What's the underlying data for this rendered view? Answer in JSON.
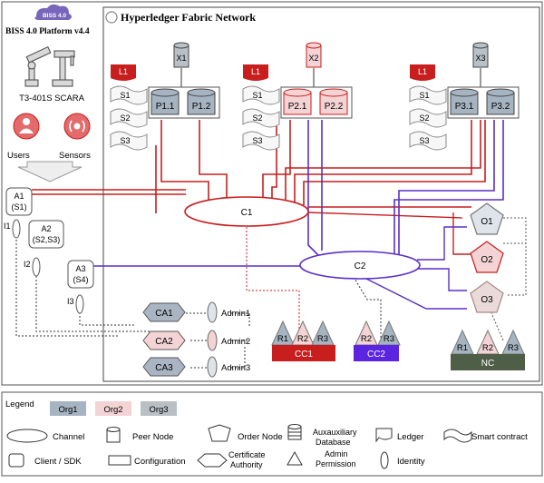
{
  "platform": {
    "badge": "BISS 4.0",
    "title": "BISS 4.0 Platform v4.4",
    "robot": "T3-401S SCARA"
  },
  "actors": {
    "users": "Users",
    "sensors": "Sensors"
  },
  "network": {
    "title": "Hyperledger Fabric Network"
  },
  "clients": [
    {
      "l1": "A1",
      "l2": "(S1)",
      "identity": "I1"
    },
    {
      "l1": "A2",
      "l2": "(S2,S3)",
      "identity": "I2"
    },
    {
      "l1": "A3",
      "l2": "(S4)",
      "identity": "I3"
    }
  ],
  "peer_groups": [
    {
      "db": "X1",
      "ledger": "L1",
      "contracts": [
        "S1",
        "S2",
        "S3"
      ],
      "peers": [
        "P1.1",
        "P1.2"
      ]
    },
    {
      "db": "X2",
      "ledger": "L1",
      "contracts": [
        "S1",
        "S2",
        "S3"
      ],
      "peers": [
        "P2.1",
        "P2.2"
      ]
    },
    {
      "db": "X3",
      "ledger": "L1",
      "contracts": [
        "S1",
        "S2",
        "S3"
      ],
      "peers": [
        "P3.1",
        "P3.2"
      ]
    }
  ],
  "channels": {
    "c1": "C1",
    "c2": "C2"
  },
  "orderers": [
    "O1",
    "O2",
    "O3"
  ],
  "cas": [
    "CA1",
    "CA2",
    "CA3"
  ],
  "admins": [
    "Admin1",
    "Admin2",
    "Admin3"
  ],
  "configs": [
    {
      "label": "CC1",
      "perms": [
        "R1",
        "R2",
        "R3"
      ]
    },
    {
      "label": "CC2",
      "perms": [
        "R2",
        "R3"
      ]
    },
    {
      "label": "NC",
      "perms": [
        "R1",
        "R2",
        "R3"
      ]
    }
  ],
  "legend": {
    "title": "Legend",
    "orgs": [
      "Org1",
      "Org2",
      "Org3"
    ],
    "items": {
      "channel": "Channel",
      "peer": "Peer Node",
      "order": "Order Node",
      "auxdb": "Auxauxiliary Database",
      "ledger": "Ledger",
      "contract": "Smart contract",
      "client": "Client / SDK",
      "config": "Configuration",
      "ca": "Certificate Authority",
      "admin": "Admin Permission",
      "identity": "Identity"
    }
  },
  "colors": {
    "org1": "#a6b3c0",
    "org2": "#f3d3d3",
    "org3": "#b8c0c6",
    "red": "#c81e1e",
    "purple": "#5a2ec8",
    "cc2": "#5b24e0",
    "nc": "#4f5e47"
  }
}
